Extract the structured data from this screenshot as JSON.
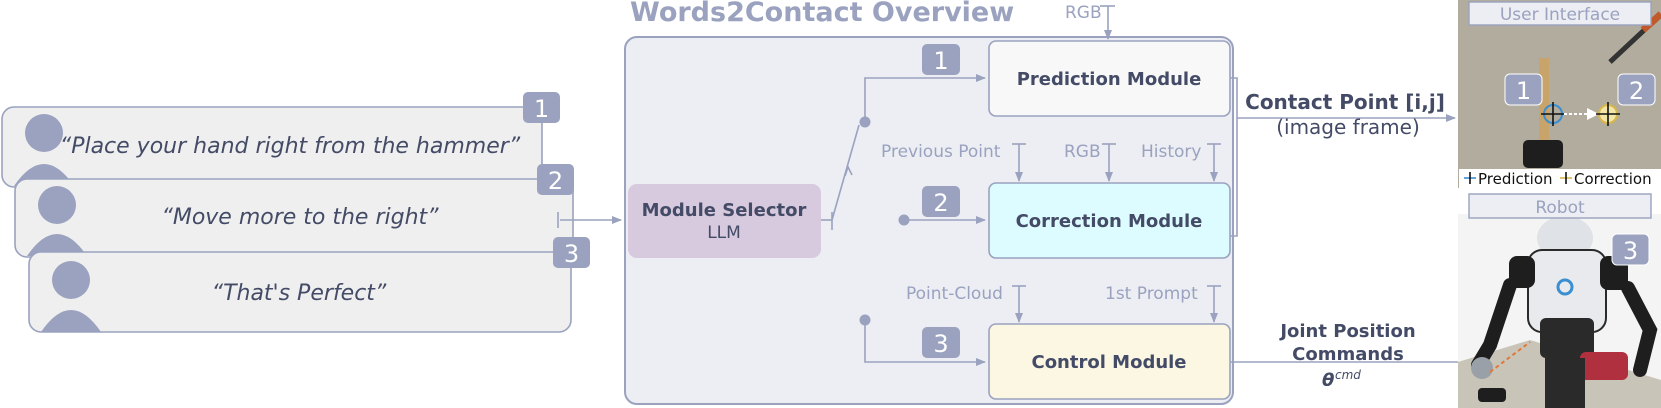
{
  "title": "Words2Contact Overview",
  "inputs": {
    "rgb_top": "RGB",
    "previous_point": "Previous Point",
    "rgb_mid": "RGB",
    "history": "History",
    "point_cloud": "Point-Cloud",
    "first_prompt": "1st Prompt"
  },
  "utterances": [
    {
      "badge": "1",
      "text": "“Place your hand right from the hammer”"
    },
    {
      "badge": "2",
      "text": "“Move more to the right”"
    },
    {
      "badge": "3",
      "text": "“That's Perfect”"
    }
  ],
  "selector": {
    "title": "Module Selector",
    "subtitle": "LLM"
  },
  "modules": [
    {
      "badge": "1",
      "name": "Prediction Module",
      "color": "#f8f8f8"
    },
    {
      "badge": "2",
      "name": "Correction Module",
      "color": "#ddfcff"
    },
    {
      "badge": "3",
      "name": "Control Module",
      "color": "#fbf7e3"
    }
  ],
  "outputs": {
    "contact_point": "Contact Point [i,j]",
    "contact_point_sub": "(image frame)",
    "joint_line1": "Joint Position",
    "joint_line2": "Commands",
    "joint_symbol": "θ",
    "joint_superscript": "cmd"
  },
  "right_panel": {
    "user_interface_label": "User Interface",
    "robot_label": "Robot",
    "legend_prediction": "Prediction",
    "legend_correction": "Correction",
    "badge_prediction": "1",
    "badge_correction": "2",
    "badge_robot": "3"
  },
  "colors": {
    "accent": "#9aa2bf",
    "dark_text": "#444b66",
    "selector_fill": "#d7c9de",
    "box_bg": "#eceef3",
    "utterance_bg": "#efefef"
  }
}
